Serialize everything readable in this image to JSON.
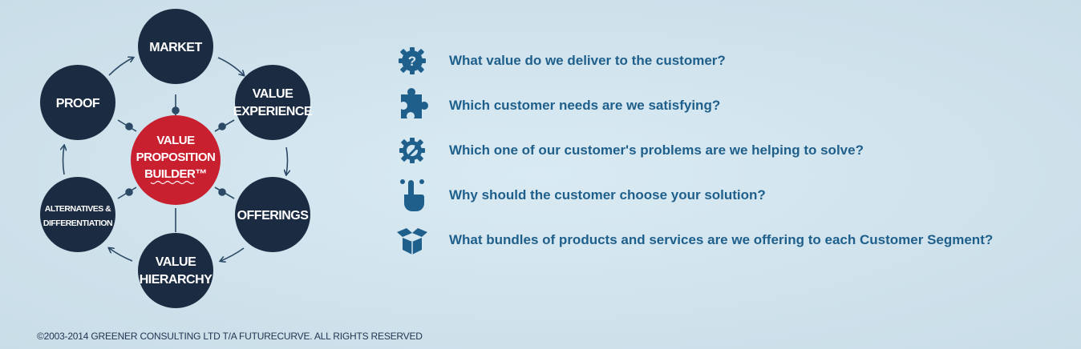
{
  "diagram": {
    "center": {
      "lines": [
        "VALUE",
        "PROPOSITION",
        "BUILDER™"
      ]
    },
    "nodes": [
      {
        "id": "market",
        "lines": [
          "MARKET"
        ]
      },
      {
        "id": "value-experience",
        "lines": [
          "VALUE",
          "EXPERIENCE"
        ]
      },
      {
        "id": "offerings",
        "lines": [
          "OFFERINGS"
        ]
      },
      {
        "id": "value-hierarchy",
        "lines": [
          "VALUE",
          "HIERARCHY"
        ]
      },
      {
        "id": "alternatives",
        "lines": [
          "ALTERNATIVES &",
          "DIFFERENTIATION"
        ]
      },
      {
        "id": "proof",
        "lines": [
          "PROOF"
        ]
      }
    ]
  },
  "questions": [
    {
      "icon": "question-gear-icon",
      "text": "What value do we deliver to the customer?"
    },
    {
      "icon": "puzzle-piece-icon",
      "text": "Which customer needs are we satisfying?"
    },
    {
      "icon": "wrench-gear-icon",
      "text": "Which one of our customer's problems are we helping to solve?"
    },
    {
      "icon": "pointing-hand-icon",
      "text": "Why should the customer choose your solution?"
    },
    {
      "icon": "open-box-icon",
      "text": "What bundles of products and services are we offering to each Customer Segment?"
    }
  ],
  "footer": "©2003-2014 GREENER CONSULTING LTD T/A FUTURECURVE. ALL RIGHTS RESERVED",
  "colors": {
    "node": "#1b2b42",
    "center": "#c8202f",
    "arrow": "#2c4a66",
    "text": "#1f5f8b"
  }
}
